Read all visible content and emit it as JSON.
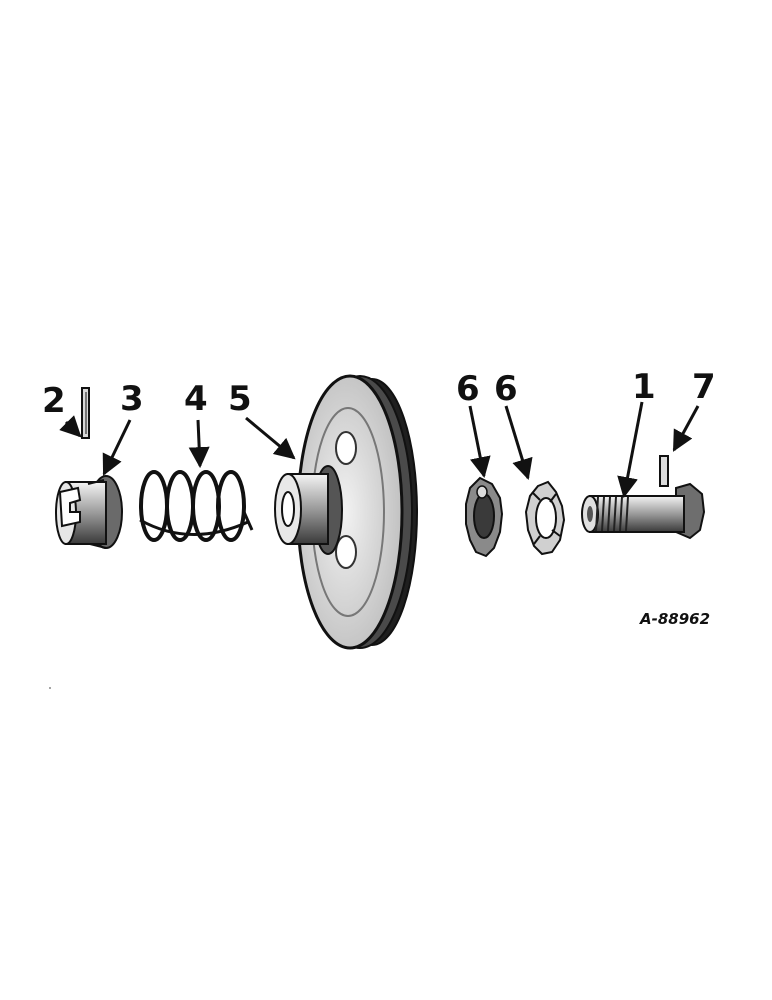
{
  "diagram": {
    "reference_code": "A-88962",
    "callouts": [
      {
        "id": "c2",
        "label": "2",
        "part": "pin"
      },
      {
        "id": "c3",
        "label": "3",
        "part": "slotted-collar"
      },
      {
        "id": "c4",
        "label": "4",
        "part": "coil-spring"
      },
      {
        "id": "c5",
        "label": "5",
        "part": "v-pulley"
      },
      {
        "id": "c6a",
        "label": "6",
        "part": "cam-washer"
      },
      {
        "id": "c6b",
        "label": "6",
        "part": "cam-washer"
      },
      {
        "id": "c1",
        "label": "1",
        "part": "threaded-shaft"
      },
      {
        "id": "c7",
        "label": "7",
        "part": "roll-pin"
      }
    ]
  }
}
